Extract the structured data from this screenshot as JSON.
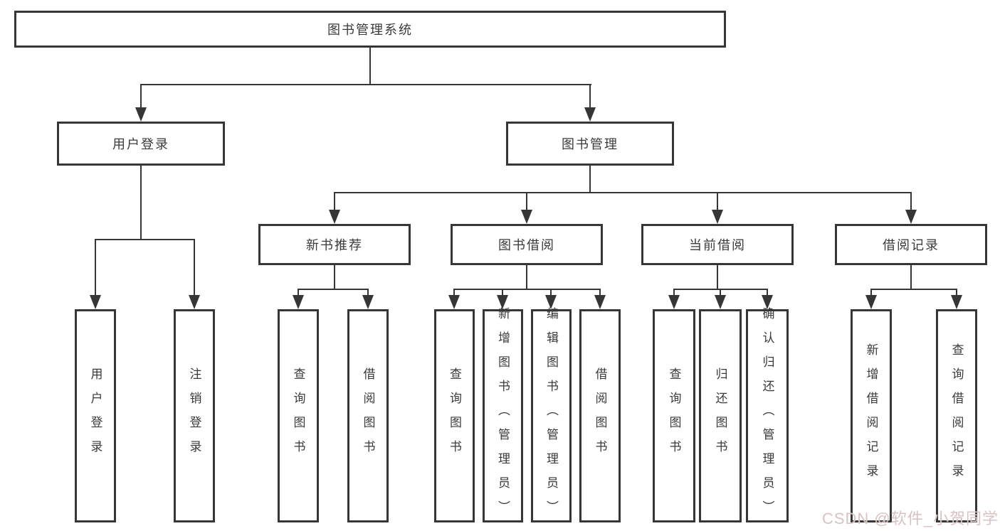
{
  "tree": {
    "root": "图书管理系统",
    "branches": {
      "user": {
        "label": "用户登录",
        "children": [
          "用户登录",
          "注销登录"
        ]
      },
      "book": {
        "label": "图书管理",
        "sections": [
          {
            "label": "新书推荐",
            "children": [
              "查询图书",
              "借阅图书"
            ]
          },
          {
            "label": "图书借阅",
            "children": [
              "查询图书",
              "新增图书（管理员）",
              "编辑图书（管理员）",
              "借阅图书"
            ]
          },
          {
            "label": "当前借阅",
            "children": [
              "查询图书",
              "归还图书",
              "确认归还（管理员）"
            ]
          },
          {
            "label": "借阅记录",
            "children": [
              "新增借阅记录",
              "查询借阅记录"
            ]
          }
        ]
      }
    }
  },
  "watermark": "CSDN @软件_小贺同学",
  "colors": {
    "line": "#363636",
    "text": "#3a3a3a",
    "watermark": "#d9c2c2",
    "background": "#ffffff"
  }
}
